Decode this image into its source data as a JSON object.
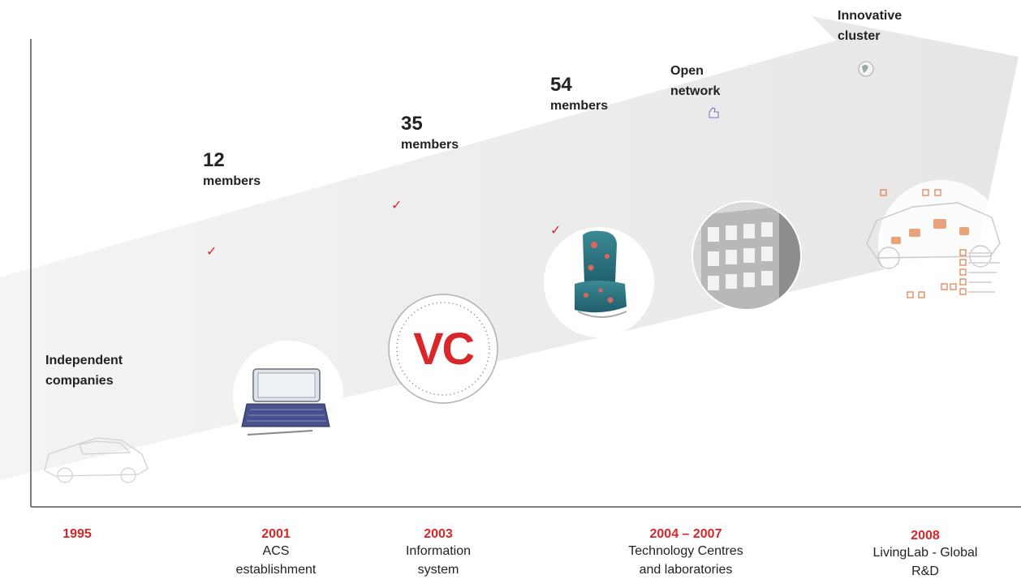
{
  "stages": {
    "independent": {
      "line1": "Independent",
      "line2": "companies"
    },
    "s12": {
      "count": "12",
      "label": "members"
    },
    "s35": {
      "count": "35",
      "label": "members"
    },
    "s54": {
      "count": "54",
      "label": "members"
    },
    "open": {
      "line1": "Open",
      "line2": "network"
    },
    "innovative": {
      "line1": "Innovative",
      "line2": "cluster"
    }
  },
  "check_glyph": "✓",
  "vc_logo": "VC",
  "timeline": [
    {
      "year": "1995",
      "desc": []
    },
    {
      "year": "2001",
      "desc": [
        "ACS",
        "establishment"
      ]
    },
    {
      "year": "2003",
      "desc": [
        "Information",
        "system"
      ]
    },
    {
      "year": "2004 – 2007",
      "desc": [
        "Technology Centres",
        "and laboratories"
      ]
    },
    {
      "year": "2008",
      "desc": [
        "LivingLab - Global",
        "R&D"
      ]
    }
  ],
  "colors": {
    "accent": "#d9262a",
    "arrow": "#ececec",
    "axis": "#555555"
  }
}
